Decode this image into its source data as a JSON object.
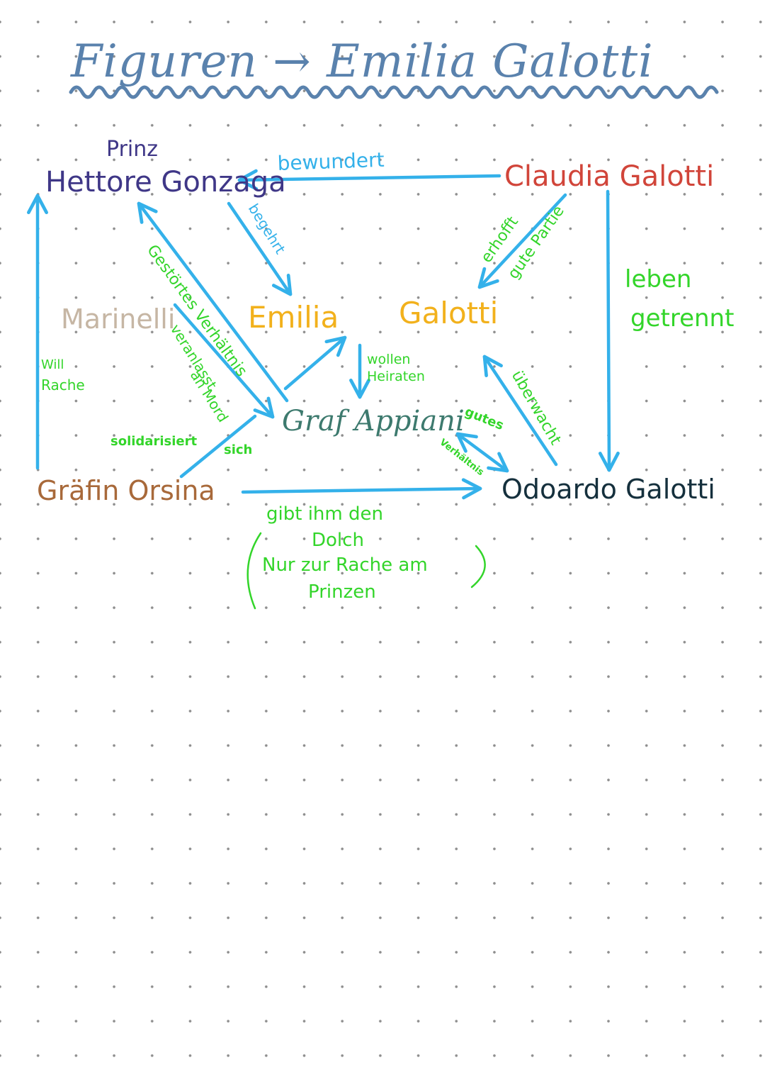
{
  "title": {
    "text": "Figuren → Emilia Galotti",
    "color": "#5a82ad"
  },
  "characters": {
    "prinz_prefix": {
      "text": "Prinz",
      "color": "#3f3787"
    },
    "hettore": {
      "text": "Hettore Gonzaga",
      "color": "#3f3787"
    },
    "claudia": {
      "text": "Claudia Galotti",
      "color": "#d1453a"
    },
    "marinelli": {
      "text": "Marinelli",
      "color": "#c6b6a4"
    },
    "emilia_first": {
      "text": "Emilia",
      "color": "#f2b11c"
    },
    "emilia_last": {
      "text": "Galotti",
      "color": "#f2b11c"
    },
    "appiani": {
      "text": "Graf Appiani",
      "color": "#3d7a6e"
    },
    "orsina": {
      "text": "Gräfin Orsina",
      "color": "#a8693a"
    },
    "odoardo": {
      "text": "Odoardo Galotti",
      "color": "#15303d"
    }
  },
  "relations": [
    {
      "from": "Claudia Galotti",
      "to": "Hettore Gonzaga",
      "label": "bewundert"
    },
    {
      "from": "Hettore Gonzaga",
      "to": "Emilia Galotti",
      "label": "begehrt"
    },
    {
      "from": "Claudia Galotti",
      "to": "Emilia Galotti",
      "label": "erhofft gute Partie"
    },
    {
      "from": "Claudia Galotti",
      "to": "Odoardo Galotti",
      "label": "leben getrennt"
    },
    {
      "from": "Graf Appiani",
      "to": "Hettore Gonzaga",
      "label": "Gestörtes Verhältnis"
    },
    {
      "from": "Marinelli",
      "to": "Graf Appiani",
      "label": "veranlasst an Mord"
    },
    {
      "from": "Graf Appiani",
      "to": "Emilia Galotti",
      "label": ""
    },
    {
      "from": "Emilia Galotti",
      "to": "Graf Appiani",
      "label": "wollen Heiraten"
    },
    {
      "from": "Odoardo Galotti",
      "to": "Emilia Galotti",
      "label": "überwacht"
    },
    {
      "from": "Graf Appiani",
      "to": "Odoardo Galotti",
      "label": "gutes Verhältnis"
    },
    {
      "from": "Gräfin Orsina",
      "to": "Hettore Gonzaga",
      "label": "Will Rache"
    },
    {
      "from": "Gräfin Orsina",
      "to": "Marinelli",
      "label": "solidarisiert sich"
    },
    {
      "from": "Gräfin Orsina",
      "to": "Odoardo Galotti",
      "label": "gibt ihm den Dolch (Nur zur Rache am Prinzen)"
    }
  ],
  "labels": {
    "bewundert": "bewundert",
    "begehrt": "begehrt",
    "erhofft": "erhofft",
    "gute_partie": "gute Partie",
    "leben": "leben",
    "getrennt": "getrennt",
    "gestoertes_verhaeltnis": "Gestörtes Verhältnis",
    "veranlasst": "veranlasst",
    "an_mord": "an Mord",
    "wollen": "wollen",
    "heiraten": "Heiraten",
    "ueberwacht": "überwacht",
    "gutes": "gutes",
    "verhaeltnis": "Verhältnis",
    "will": "Will",
    "rache": "Rache",
    "solidarisiert": "solidarisiert",
    "sich": "sich",
    "gibt_line1": "gibt ihm den",
    "gibt_line2": "Dolch",
    "gibt_line3": "Nur zur Rache am",
    "gibt_line4": "Prinzen"
  },
  "colors": {
    "arrow": "#34b1ea",
    "annotation": "#33d52a",
    "grid_dot": "#8e8e8e",
    "background": "#ffffff"
  }
}
